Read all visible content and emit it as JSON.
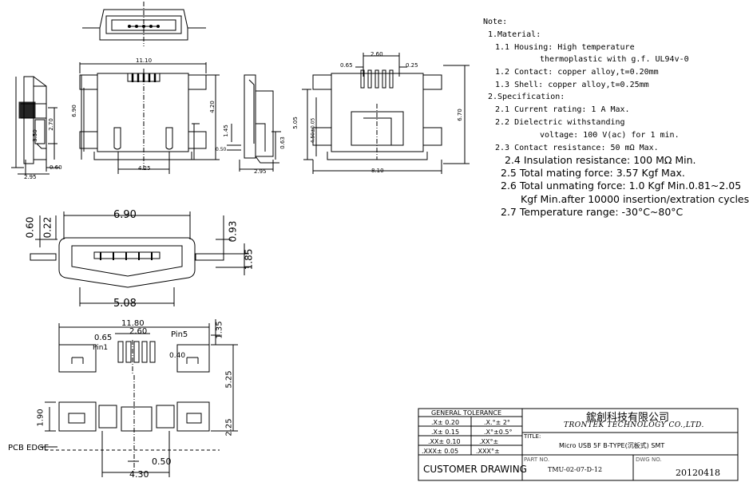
{
  "notes": {
    "heading": "Note:",
    "material_heading": "1.Material:",
    "housing_1": "1.1 Housing: High temperature",
    "housing_2": "thermoplastic with g.f. UL94v-0",
    "contact": "1.2 Contact: copper alloy,t=0.20mm",
    "shell": "1.3 Shell: copper alloy,t=0.25mm",
    "spec_heading": "2.Specification:",
    "current": "2.1 Current rating: 1 A Max.",
    "dielectric_1": "2.2 Dielectric withstanding",
    "dielectric_2": "voltage: 100 V(ac) for 1 min.",
    "contact_res": "2.3 Contact resistance: 50 mΩ Max.",
    "insulation": "2.4 Insulation resistance: 100 MΩ Min.",
    "mating": "2.5 Total mating force: 3.57 Kgf Max.",
    "unmating_1": "2.6 Total unmating force: 1.0 Kgf Min.0.81~2.05",
    "unmating_2": "Kgf Min.after 10000 insertion/extration cycles",
    "temperature": "2.7 Temperature range: -30°C~80°C"
  },
  "dimensions": {
    "top_front_width": "11.10",
    "top_front_h1": "6.90",
    "top_front_h2": "4.20",
    "top_front_pitch": "4.25",
    "side_w": "2.95",
    "side_h1": "2.70",
    "side_h2": "3.50",
    "side_b": "0.60",
    "side2_w": "2.95",
    "side2_a": "1.45",
    "side2_b": "0.50",
    "side2_c": "0.63",
    "bottom_pitch": "2.60",
    "bottom_a": "0.65",
    "bottom_b": "0.25",
    "bottom_h1": "5.05",
    "bottom_h2": "4.50±0.05",
    "bottom_h3": "6.70",
    "bottom_w": "8.10",
    "mid_width": "6.90",
    "mid_l1": "0.60",
    "mid_l2": "0.22",
    "mid_r1": "0.93",
    "mid_r2": "1.85",
    "mid_bottom": "5.08",
    "pcb_width": "11.80",
    "pcb_pitch": "2.60",
    "pcb_pad": "0.65",
    "pcb_pin1": "Pin1",
    "pcb_pin5": "Pin5",
    "pcb_gap": "0.40",
    "pcb_r1": "1.35",
    "pcb_r2": "5.25",
    "pcb_r3": "2.25",
    "pcb_l": "1.90",
    "pcb_bottom1": "0.50",
    "pcb_bottom2": "4.30",
    "pcb_edge": "PCB EDGE"
  },
  "title_block": {
    "tolerance_header": "GENERAL TOLERANCE",
    "tol_rows": [
      [
        ".X± 0.20",
        ".X.°± 2°"
      ],
      [
        ".X± 0.15",
        ".X°±0.5°"
      ],
      [
        ".XX± 0.10",
        ".XX°±"
      ],
      [
        ".XXX± 0.05",
        ".XXX°±"
      ]
    ],
    "company_cn": "鋐創科技有限公司",
    "company_en": "TRONTEK TECHNOLOGY CO.,LTD.",
    "title_label": "TITLE:",
    "title_value": "Micro USB 5F B-TYPE(沉板式) SMT",
    "customer_drawing": "CUSTOMER DRAWING",
    "part_label": "PART NO.",
    "part_value": "TMU-02-07-D-12",
    "dwg_label": "DWG NO.",
    "dwg_value": "20120418"
  }
}
